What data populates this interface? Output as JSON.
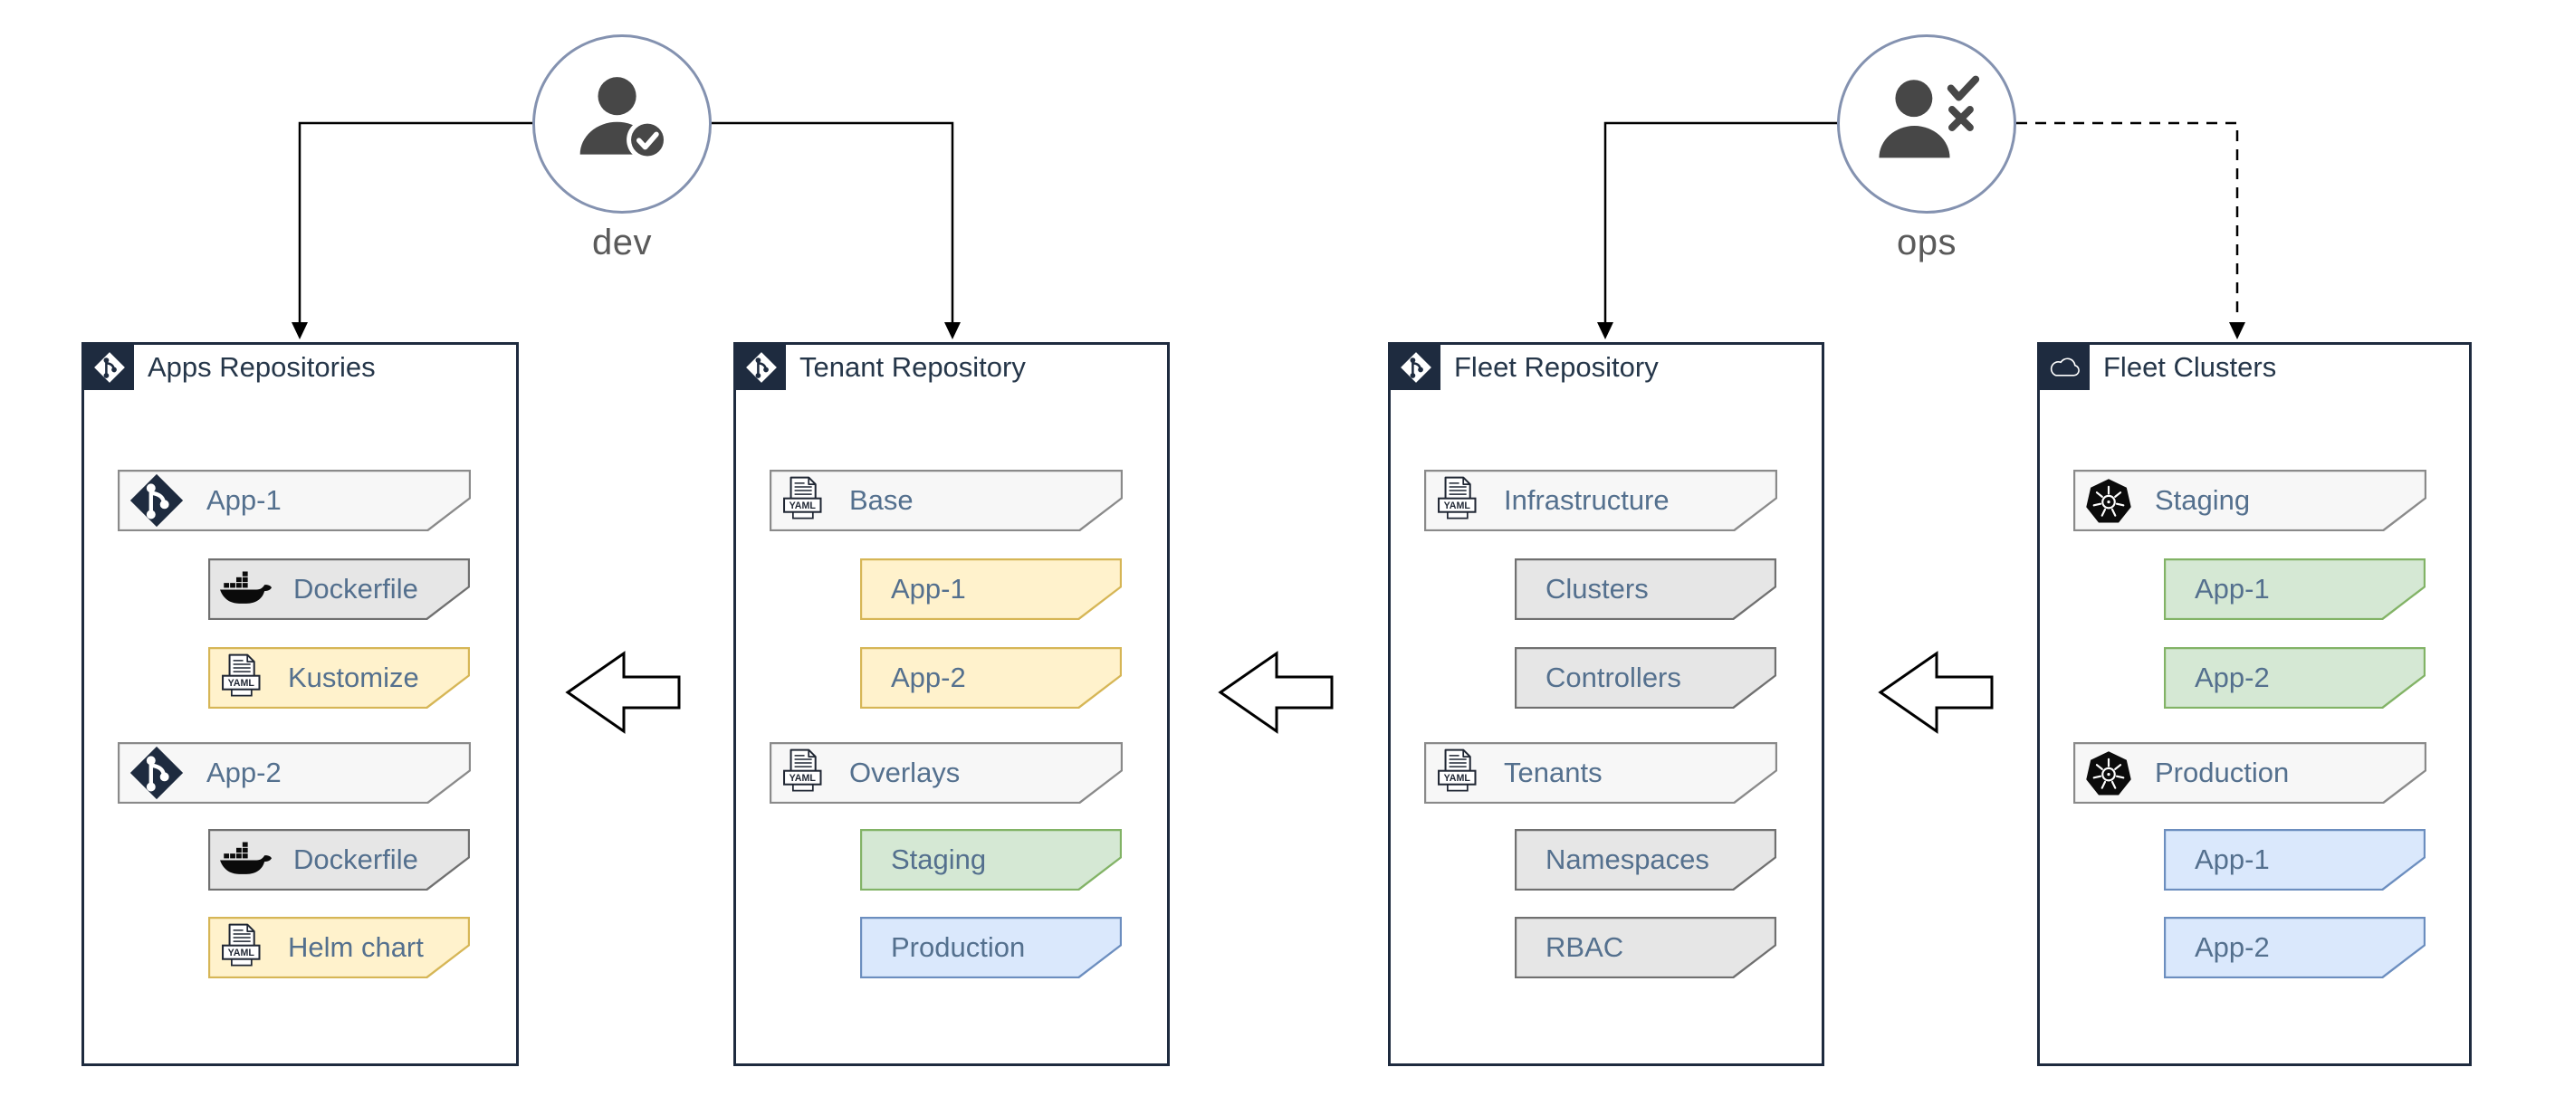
{
  "personas": [
    {
      "id": "dev",
      "label": "dev",
      "icon": "user-approved-icon",
      "targets": [
        "Apps Repositories",
        "Tenant Repository"
      ],
      "connector_style": "solid"
    },
    {
      "id": "ops",
      "label": "ops",
      "icon": "user-review-icon",
      "targets": [
        "Fleet Repository",
        "Fleet Clusters"
      ],
      "connector_style": "solid,dashed"
    }
  ],
  "panels": [
    {
      "title": "Apps Repositories",
      "badge_icon": "git-icon",
      "items": [
        {
          "label": "App-1",
          "icon": "git-icon",
          "indent": 0,
          "style": "light-gray"
        },
        {
          "label": "Dockerfile",
          "icon": "docker-icon",
          "indent": 1,
          "style": "gray"
        },
        {
          "label": "Kustomize",
          "icon": "yaml-file-icon",
          "indent": 1,
          "style": "yellow"
        },
        {
          "label": "App-2",
          "icon": "git-icon",
          "indent": 0,
          "style": "light-gray"
        },
        {
          "label": "Dockerfile",
          "icon": "docker-icon",
          "indent": 1,
          "style": "gray"
        },
        {
          "label": "Helm chart",
          "icon": "yaml-file-icon",
          "indent": 1,
          "style": "yellow"
        }
      ]
    },
    {
      "title": "Tenant Repository",
      "badge_icon": "git-icon",
      "items": [
        {
          "label": "Base",
          "icon": "yaml-file-icon",
          "indent": 0,
          "style": "light-gray"
        },
        {
          "label": "App-1",
          "icon": null,
          "indent": 1,
          "style": "yellow"
        },
        {
          "label": "App-2",
          "icon": null,
          "indent": 1,
          "style": "yellow"
        },
        {
          "label": "Overlays",
          "icon": "yaml-file-icon",
          "indent": 0,
          "style": "light-gray"
        },
        {
          "label": "Staging",
          "icon": null,
          "indent": 1,
          "style": "green"
        },
        {
          "label": "Production",
          "icon": null,
          "indent": 1,
          "style": "blue"
        }
      ]
    },
    {
      "title": "Fleet Repository",
      "badge_icon": "git-icon",
      "items": [
        {
          "label": "Infrastructure",
          "icon": "yaml-file-icon",
          "indent": 0,
          "style": "light-gray"
        },
        {
          "label": "Clusters",
          "icon": null,
          "indent": 1,
          "style": "gray"
        },
        {
          "label": "Controllers",
          "icon": null,
          "indent": 1,
          "style": "gray"
        },
        {
          "label": "Tenants",
          "icon": "yaml-file-icon",
          "indent": 0,
          "style": "light-gray"
        },
        {
          "label": "Namespaces",
          "icon": null,
          "indent": 1,
          "style": "gray"
        },
        {
          "label": "RBAC",
          "icon": null,
          "indent": 1,
          "style": "gray"
        }
      ]
    },
    {
      "title": "Fleet Clusters",
      "badge_icon": "cloud-icon",
      "items": [
        {
          "label": "Staging",
          "icon": "kubernetes-icon",
          "indent": 0,
          "style": "light-gray"
        },
        {
          "label": "App-1",
          "icon": null,
          "indent": 1,
          "style": "green"
        },
        {
          "label": "App-2",
          "icon": null,
          "indent": 1,
          "style": "green"
        },
        {
          "label": "Production",
          "icon": "kubernetes-icon",
          "indent": 0,
          "style": "light-gray"
        },
        {
          "label": "App-1",
          "icon": null,
          "indent": 1,
          "style": "blue"
        },
        {
          "label": "App-2",
          "icon": null,
          "indent": 1,
          "style": "blue"
        }
      ]
    }
  ],
  "flow_arrows": {
    "count": 3,
    "direction": "left",
    "style": "hollow-outline"
  },
  "yaml_icon_text": "YAML",
  "palette": {
    "navy": "#1E2B3F",
    "light_gray_fill": "#F7F7F7",
    "light_gray_border": "#8A8A8A",
    "gray_fill": "#E6E6E6",
    "gray_border": "#707070",
    "yellow_fill": "#FFF2CC",
    "yellow_border": "#D6B656",
    "green_fill": "#D5E8D4",
    "green_border": "#82B366",
    "blue_fill": "#DAE8FC",
    "blue_border": "#6C8EBF",
    "item_text": "#54708E",
    "persona_text": "#5A5A5A"
  }
}
